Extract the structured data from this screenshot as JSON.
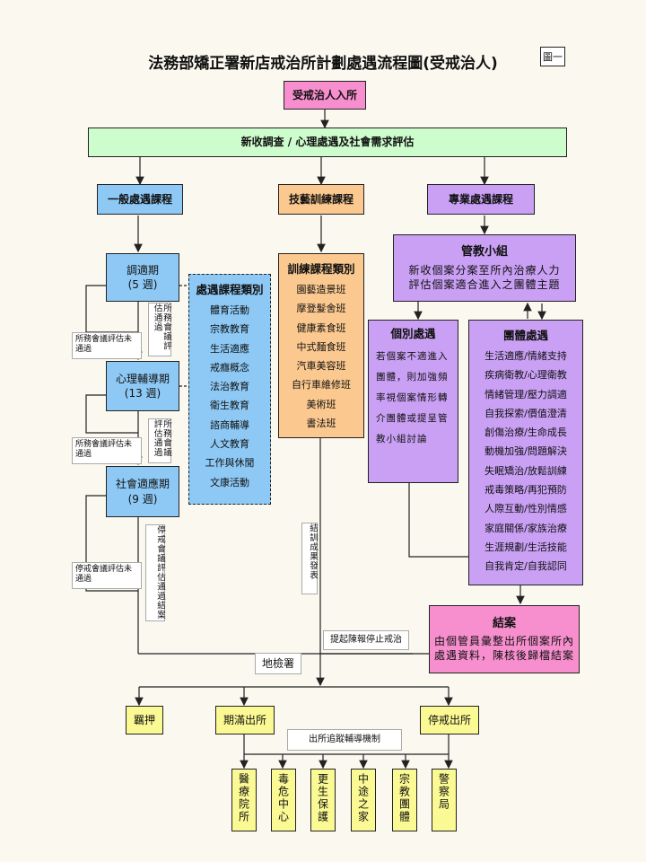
{
  "title": "法務部矯正署新店戒治所計劃處遇流程圖(受戒治人)",
  "figure_label": "圖一",
  "nodes": {
    "intake": "受戒治人入所",
    "assessment": "新收調查 / 心理處遇及社會需求評估",
    "general": "一般處遇課程",
    "skills": "技藝訓練課程",
    "special": "專業處遇課程",
    "adapt": {
      "name": "調適期",
      "weeks": "(5 週)"
    },
    "psych": {
      "name": "心理輔導期",
      "weeks": "(13 週)"
    },
    "social": {
      "name": "社會適應期",
      "weeks": "(9 週)"
    },
    "case_team": {
      "title": "管教小組",
      "line1": "新收個案分案至所內治療人力",
      "line2": "評估個案適合進入之團體主題"
    },
    "individual": {
      "title": "個別處遇",
      "text": "若個案不適進入團體，則加強頻率視個案情形轉介團體或提呈管教小組討論"
    },
    "closing": {
      "title": "結案",
      "line1": "由個管員彙整出所個案所內",
      "line2": "處遇資料，陳核後歸檔結案"
    },
    "custody": "羈押",
    "expire": "期滿出所",
    "stop": "停戒出所",
    "prosecutor": "地檢署",
    "followup": "出所追蹤輔導機制"
  },
  "treatment_list": {
    "title": "處遇課程類別",
    "items": [
      "體育活動",
      "宗教教育",
      "生活適應",
      "戒癮概念",
      "法治教育",
      "衛生教育",
      "諮商輔導",
      "人文教育",
      "工作與休閒",
      "文康活動"
    ]
  },
  "training_list": {
    "title": "訓練課程類別",
    "items": [
      "園藝造景班",
      "摩登髮舍班",
      "健康素食班",
      "中式麵食班",
      "汽車美容班",
      "自行車維修班",
      "美術班",
      "書法班"
    ]
  },
  "group_list": {
    "title": "團體處遇",
    "items": [
      "生活適應/情緒支持",
      "疾病衛教/心理衛教",
      "情緒管理/壓力調適",
      "自我探索/價值澄清",
      "創傷治療/生命成長",
      "動機加強/問題解決",
      "失眠矯治/放鬆訓練",
      "戒毒策略/再犯預防",
      "人際互動/性別情感",
      "家庭關係/家族治療",
      "生涯規劃/生活技能",
      "自我肯定/自我認同"
    ]
  },
  "side_notes": {
    "eval_fail": "所務會議評估未通過",
    "eval_pass_1": "所務會議評估通過",
    "eval_pass_2": "所務會議評估通過",
    "stop_note": "停戒會議評估未通過",
    "stop_eval": "停戒會議評估通過結案",
    "training_result": "結訓成果發表",
    "appeal": "提起陳報停止戒治"
  },
  "destinations": [
    "醫療院所",
    "毒危中心",
    "更生保護",
    "中途之家",
    "宗教團體",
    "警察局"
  ]
}
